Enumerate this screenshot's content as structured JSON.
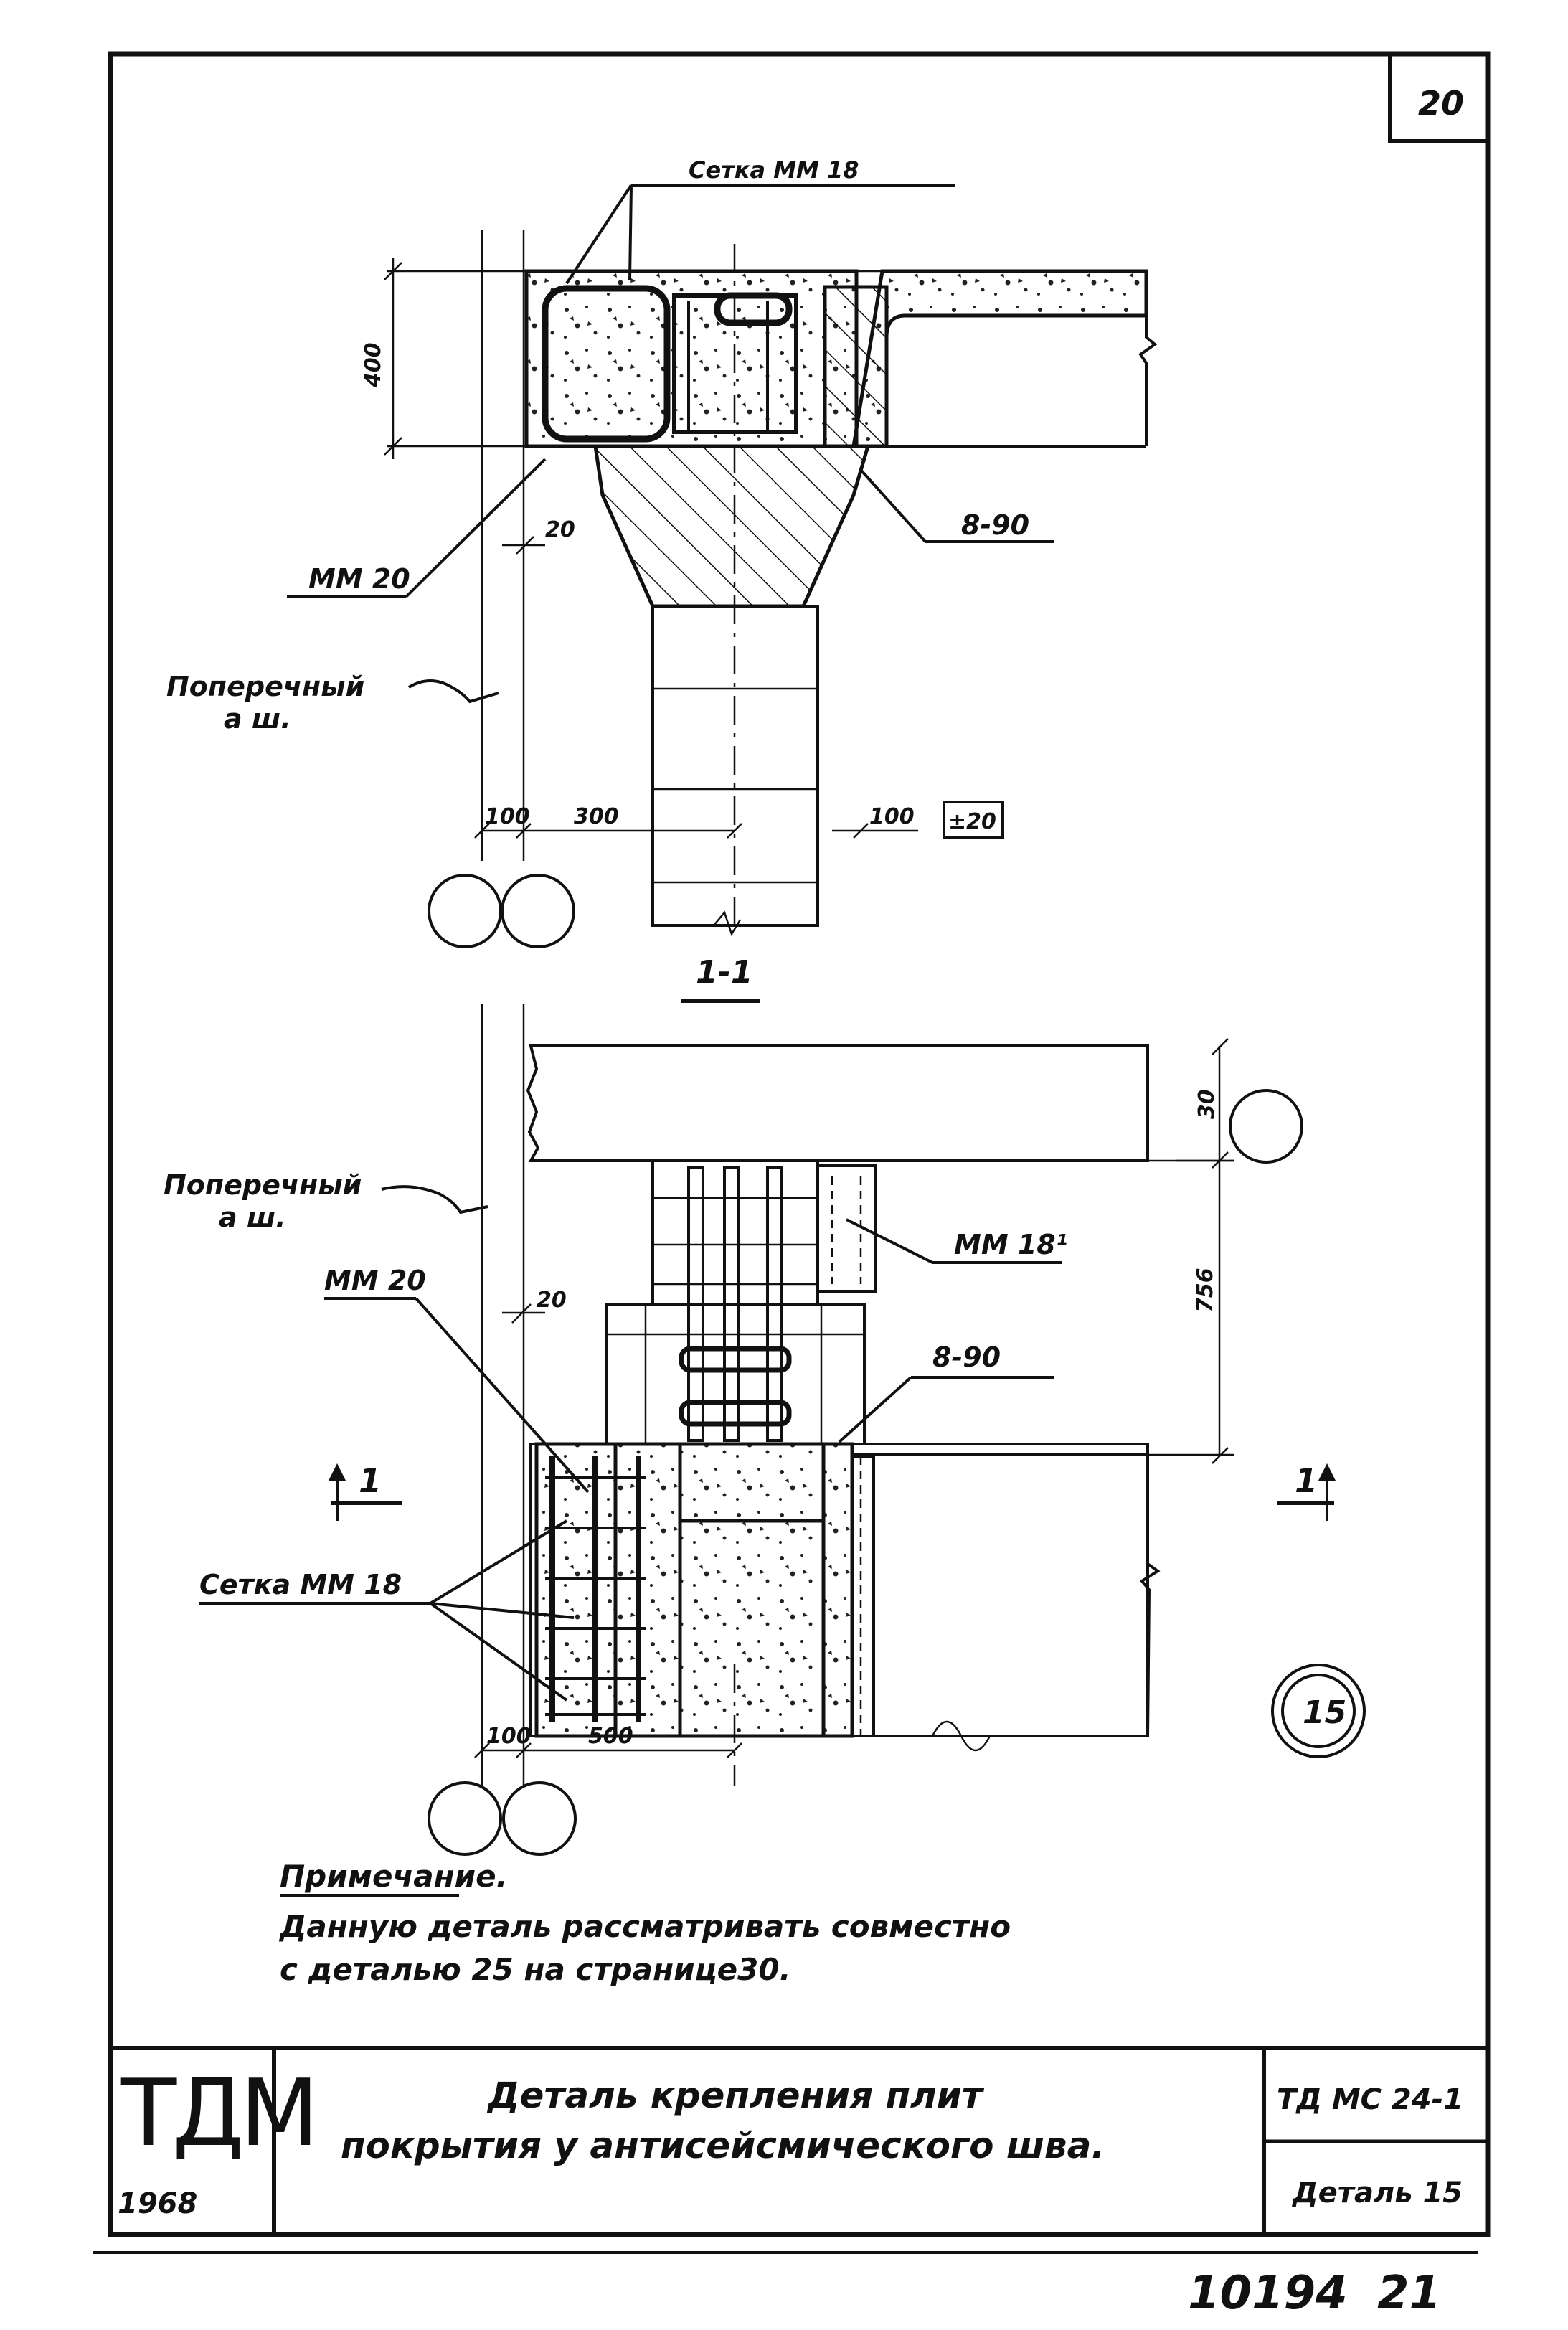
{
  "sheet": {
    "page_number": "20",
    "archive_number": "10194",
    "archive_page": "21"
  },
  "top_section": {
    "mesh_label": "Сетка ММ 18",
    "height_dim": "400",
    "mm20_label": "ММ 20",
    "dim_20": "20",
    "bar_label": "8-90",
    "axis_label_line1": "Поперечный",
    "axis_label_line2": "а ш.",
    "dim_100_left": "100",
    "dim_300": "300",
    "dim_100_right": "100",
    "tolerance": "±20"
  },
  "section_1_1": {
    "section_title": "1-1",
    "axis_label_line1": "Поперечный",
    "axis_label_line2": "а ш.",
    "dim_30": "30",
    "mm18_label": "ММ 18¹",
    "dim_756": "756",
    "mm20_label": "ММ 20",
    "dim_20": "20",
    "bar_label": "8-90",
    "cut_left": "1",
    "cut_right": "1",
    "mesh_label": "Сетка ММ 18",
    "dim_100": "100",
    "dim_500": "500",
    "detail_number": "15"
  },
  "note": {
    "heading": "Примечание.",
    "line1": "Данную деталь рассматривать совместно",
    "line2": "с деталью 25 на странице30."
  },
  "title_block": {
    "logo": "ТДМ",
    "year": "1968",
    "title_line1": "Деталь крепления плит",
    "title_line2": "покрытия у антисейсмического шва.",
    "series": "ТД МС 24-1",
    "detail": "Деталь 15"
  }
}
